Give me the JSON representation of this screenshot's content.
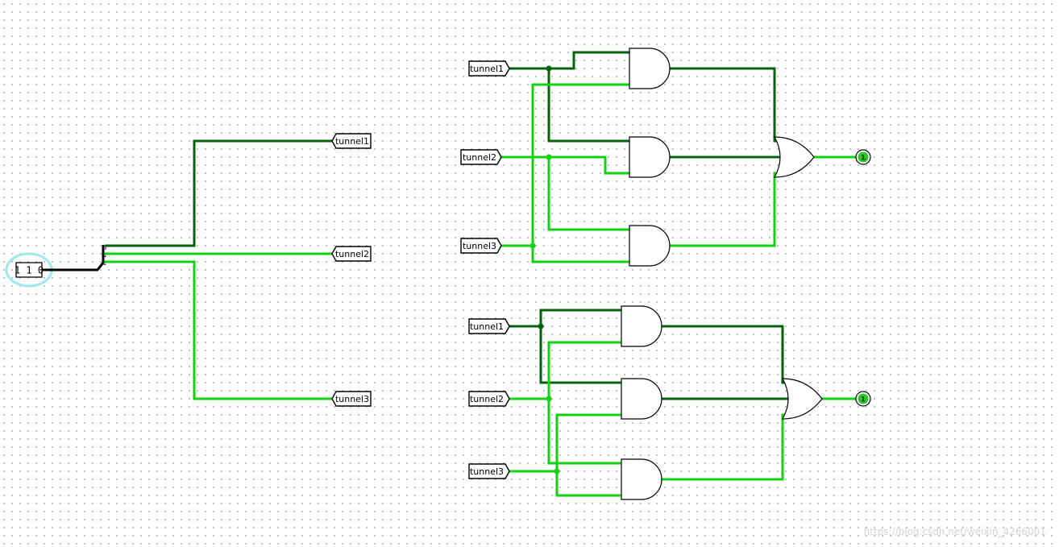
{
  "input_pin": {
    "value": "1 1 0"
  },
  "splitter": {
    "bits": [
      "0",
      "1",
      "2"
    ]
  },
  "tunnels": {
    "left": [
      "tunnel1",
      "tunnel2",
      "tunnel3"
    ],
    "top": [
      "tunnel1",
      "tunnel2",
      "tunnel3"
    ],
    "bottom": [
      "tunnel1",
      "tunnel2",
      "tunnel3"
    ]
  },
  "outputs": {
    "top": {
      "value": "1"
    },
    "bottom": {
      "value": "1"
    }
  },
  "colors": {
    "wire_high": "#11d211",
    "wire_low": "#00640a",
    "bus": "#000000",
    "selection_ring": "#9fe8ee"
  },
  "watermark": "https://blog.csdn.net/weixin_4266001"
}
